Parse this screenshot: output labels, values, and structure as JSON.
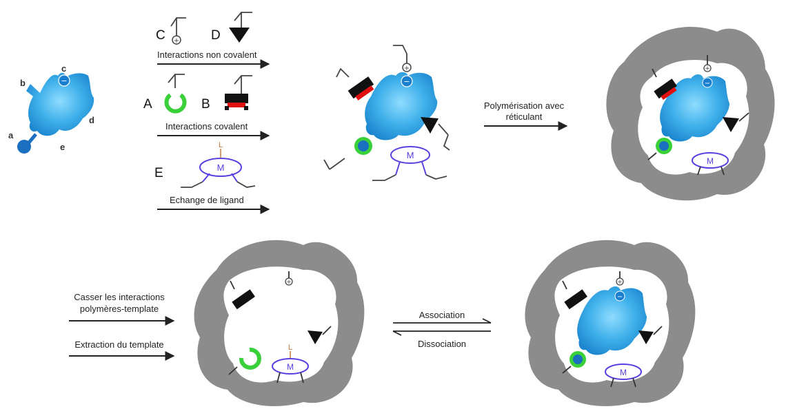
{
  "template_site_labels": {
    "a": "a",
    "b": "b",
    "c": "c",
    "d": "d",
    "e": "e"
  },
  "monomer_labels": {
    "A": "A",
    "B": "B",
    "C": "C",
    "D": "D",
    "E": "E"
  },
  "metal_symbol": "M",
  "ligand_symbol": "L",
  "arrows": {
    "noncovalent": "Interactions non covalent",
    "covalent": "Interactions covalent",
    "ligand_exchange": "Echange de ligand",
    "polymerization_line1": "Polymérisation avec",
    "polymerization_line2": "réticulant",
    "break_line1": "Casser les interactions",
    "break_line2": "polymères-template",
    "extraction": "Extraction du template",
    "association": "Association",
    "dissociation": "Dissociation"
  },
  "colors": {
    "template_blue": "#2f9be0",
    "polymer_grey": "#8c8c8c",
    "ring_green": "#3ad03a",
    "covalent_red": "#e01010",
    "metal_purple": "#5a3ee0"
  }
}
